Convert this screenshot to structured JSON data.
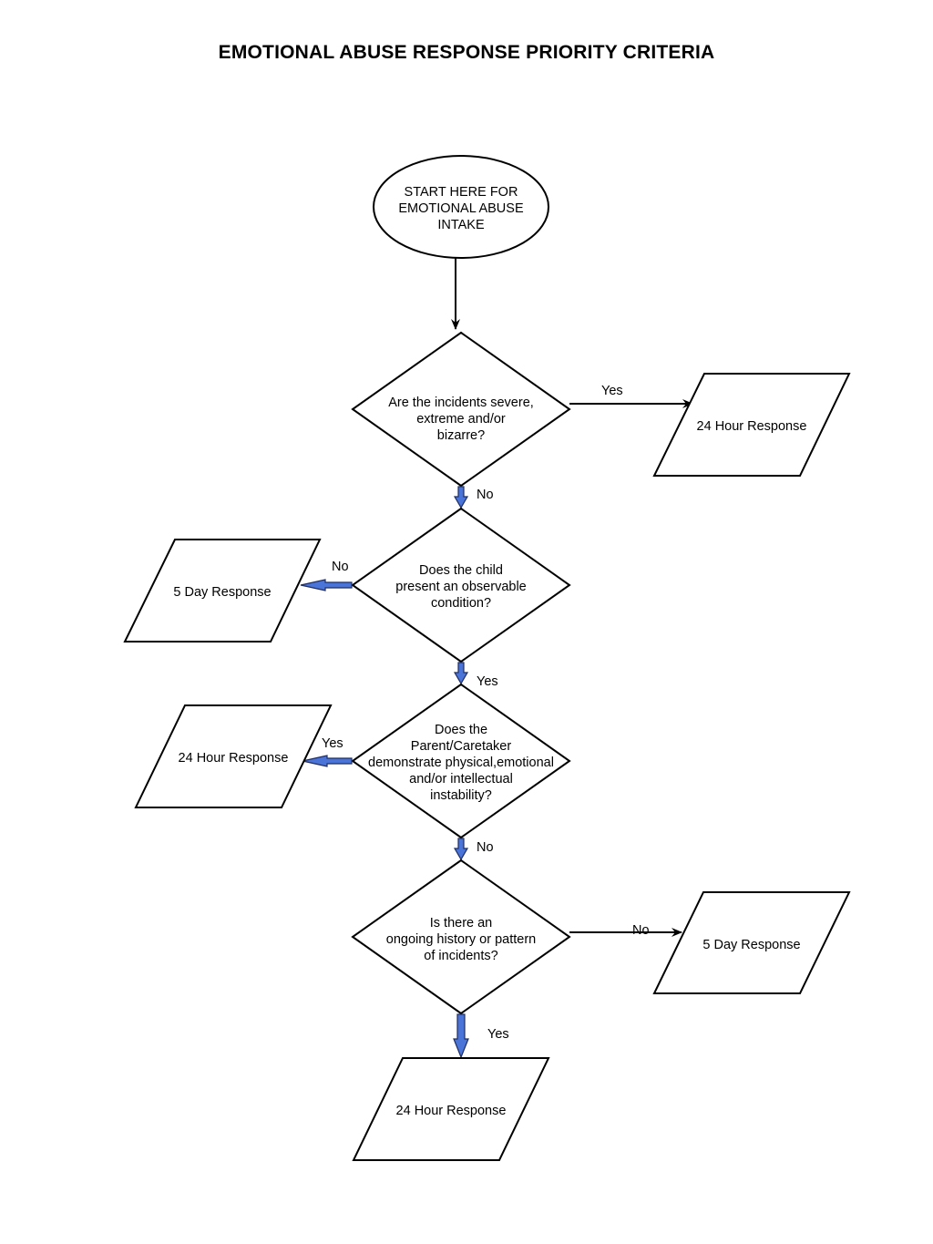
{
  "title": "EMOTIONAL ABUSE RESPONSE PRIORITY CRITERIA",
  "start": [
    "START HERE FOR",
    "EMOTIONAL ABUSE",
    "INTAKE"
  ],
  "decisions": [
    {
      "lines": [
        "Are the incidents severe,",
        "extreme and/or",
        "bizarre?"
      ]
    },
    {
      "lines": [
        "Does the child",
        "present an  observable",
        "condition?"
      ]
    },
    {
      "lines": [
        "Does the",
        "Parent/Caretaker",
        "demonstrate physical,emotional",
        "and/or intellectual",
        "instability?"
      ]
    },
    {
      "lines": [
        "Is there an",
        "ongoing history or pattern",
        "of incidents?"
      ]
    }
  ],
  "outcomes": [
    "24 Hour Response",
    "5 Day Response",
    "24 Hour Response",
    "5 Day Response",
    "24 Hour Response"
  ],
  "edge_labels": {
    "q1_right": "Yes",
    "q1_down": "No",
    "q2_left": "No",
    "q2_down": "Yes",
    "q3_left": "Yes",
    "q3_down": "No",
    "q4_right": "No",
    "q4_down": "Yes"
  }
}
